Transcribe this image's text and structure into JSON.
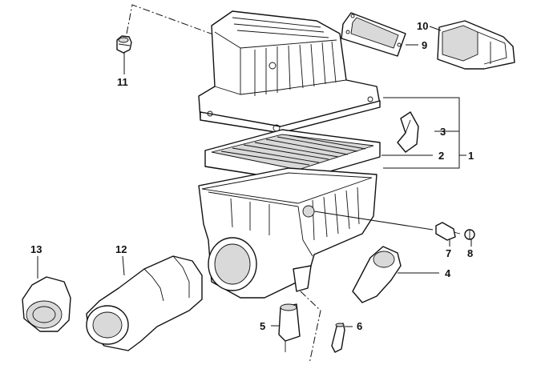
{
  "diagram": {
    "callouts": [
      {
        "id": "1",
        "text": "1"
      },
      {
        "id": "2",
        "text": "2"
      },
      {
        "id": "3",
        "text": "3"
      },
      {
        "id": "4",
        "text": "4"
      },
      {
        "id": "5",
        "text": "5"
      },
      {
        "id": "6",
        "text": "6"
      },
      {
        "id": "7",
        "text": "7"
      },
      {
        "id": "8",
        "text": "8"
      },
      {
        "id": "9",
        "text": "9"
      },
      {
        "id": "10",
        "text": "10"
      },
      {
        "id": "11",
        "text": "11"
      },
      {
        "id": "12",
        "text": "12"
      },
      {
        "id": "13",
        "text": "13"
      }
    ]
  }
}
